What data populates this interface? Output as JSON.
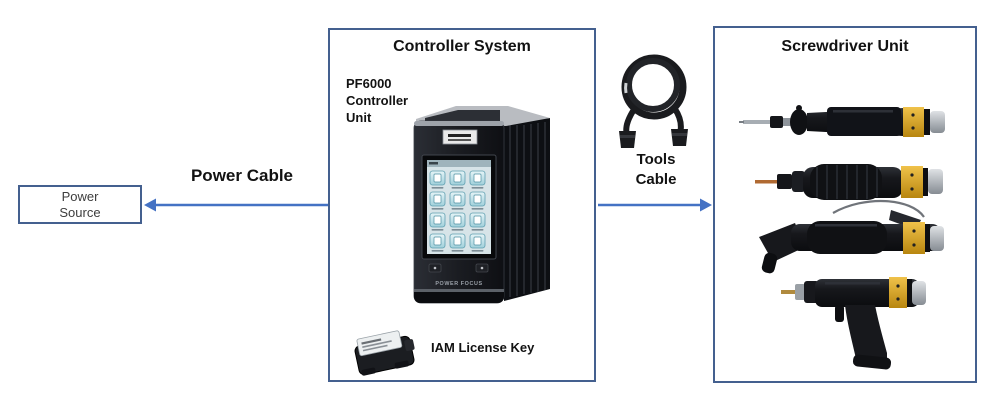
{
  "nodes": {
    "power_source": {
      "label": "Power\nSource"
    },
    "controller_system": {
      "title": "Controller System",
      "unit_label": "PF6000\nController\nUnit",
      "device_brand": "POWER FOCUS",
      "license_label": "IAM License Key"
    },
    "screwdriver_unit": {
      "title": "Screwdriver Unit"
    }
  },
  "connections": {
    "power_cable": {
      "label": "Power Cable",
      "direction": "left"
    },
    "tools_cable": {
      "label": "Tools\nCable",
      "direction": "right"
    }
  },
  "colors": {
    "box_border": "#44608f",
    "arrow_blue": "#4472c4",
    "tool_yellow": "#d9a521",
    "screen_teal": "#9fcfda",
    "device_black": "#15171c"
  }
}
